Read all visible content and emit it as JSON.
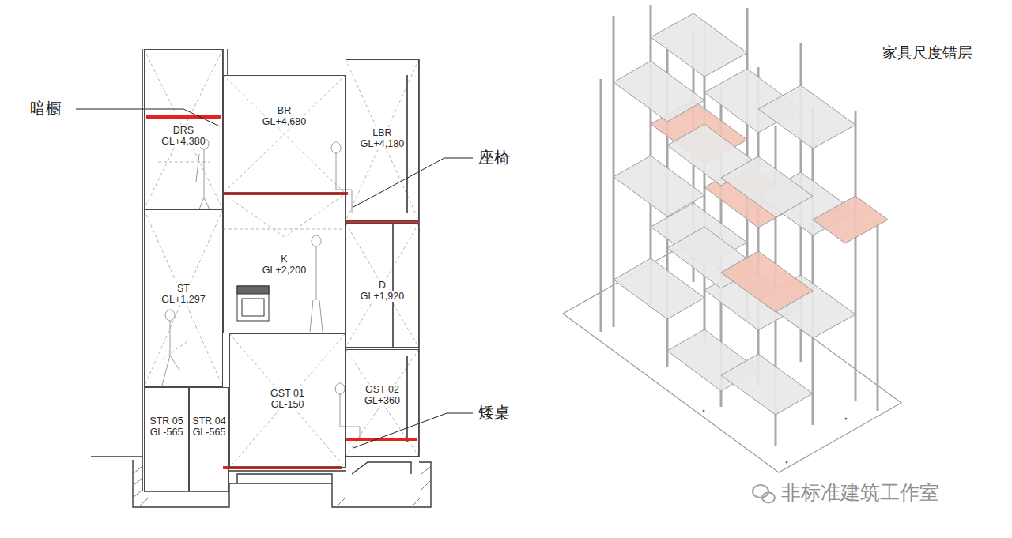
{
  "diagram": {
    "title": "家具尺度错层",
    "nodes": [
      {
        "text": [
          "DRS",
          "GL+4,380"
        ]
      },
      {
        "text": [
          "BR",
          "GL+4,680"
        ]
      },
      {
        "text": [
          "LBR",
          "GL+4,180"
        ]
      },
      {
        "text": [
          "ST",
          "GL+1,297"
        ]
      },
      {
        "text": [
          "K",
          "GL+2,200"
        ]
      },
      {
        "text": [
          "D",
          "GL+1,920"
        ]
      },
      {
        "text": [
          "STR 05",
          "GL-565"
        ]
      },
      {
        "text": [
          "STR 04",
          "GL-565"
        ]
      },
      {
        "text": [
          "GST 01",
          "GL-150"
        ]
      },
      {
        "text": [
          "GST 02",
          "GL+360"
        ]
      }
    ],
    "labels": [
      "暗橱",
      "座椅",
      "矮桌",
      "非标准建筑工作室"
    ]
  }
}
